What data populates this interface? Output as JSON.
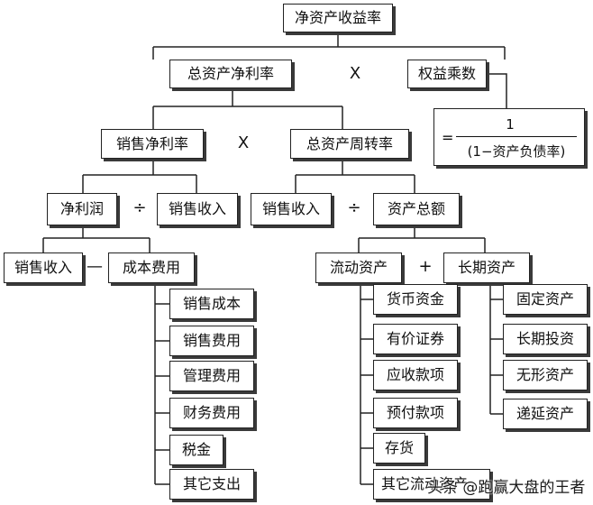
{
  "nodes": {
    "roe": "净资产收益率",
    "roa": "总资产净利率",
    "equity_multiplier": "权益乘数",
    "net_margin": "销售净利率",
    "asset_turnover": "总资产周转率",
    "net_profit": "净利润",
    "sales_revenue_1": "销售收入",
    "sales_revenue_2": "销售收入",
    "total_assets": "资产总额",
    "sales_revenue_3": "销售收入",
    "cost_expense": "成本费用",
    "current_assets": "流动资产",
    "long_term_assets": "长期资产",
    "cost_items": [
      "销售成本",
      "销售费用",
      "管理费用",
      "财务费用",
      "税金",
      "其它支出"
    ],
    "current_items": [
      "货币资金",
      "有价证券",
      "应收款项",
      "预付款项",
      "存货",
      "其它流动资产"
    ],
    "long_term_items": [
      "固定资产",
      "长期投资",
      "无形资产",
      "递延资产"
    ]
  },
  "formula": {
    "equals": "=",
    "numerator": "1",
    "denominator": "(1−资产负债率)"
  },
  "operators": {
    "multiply_1": "X",
    "multiply_2": "X",
    "divide_1": "÷",
    "divide_2": "÷",
    "minus": "—",
    "plus": "+"
  },
  "watermark": "头条 @跑赢大盘的王者"
}
